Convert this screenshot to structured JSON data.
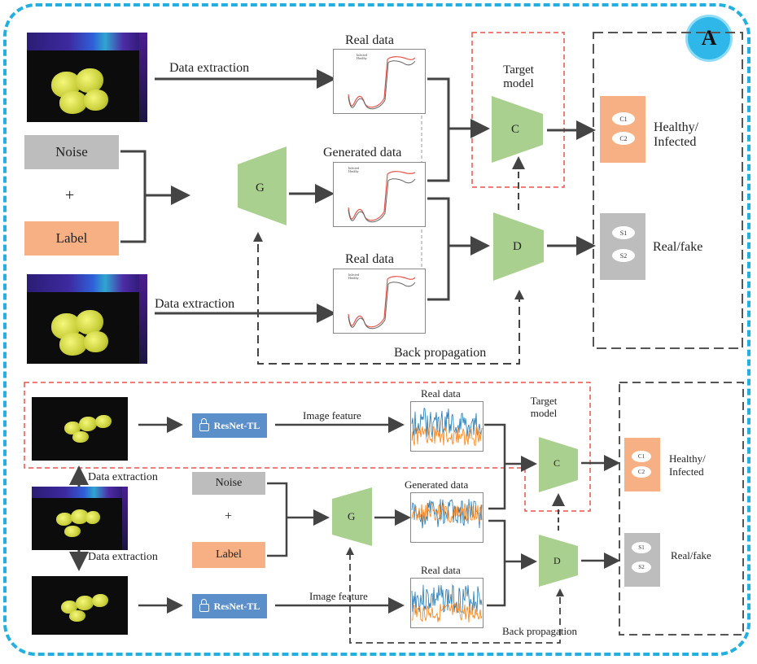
{
  "badge": "A",
  "top": {
    "data_extraction_1": "Data extraction",
    "data_extraction_2": "Data extraction",
    "real_data_1": "Real data",
    "generated_data": "Generated data",
    "real_data_2": "Real data",
    "noise": "Noise",
    "plus": "+",
    "label": "Label",
    "generator": "G",
    "classifier": "C",
    "discriminator": "D",
    "target_model": "Target model",
    "c1": "C1",
    "c2": "C2",
    "s1": "S1",
    "s2": "S2",
    "healthy_infected": "Healthy/ Infected",
    "real_fake": "Real/fake",
    "back_propagation": "Back propagation",
    "legend_infected": "Infected",
    "legend_healthy": "Healthy"
  },
  "bottom": {
    "resnet_1": "ResNet-TL",
    "resnet_2": "ResNet-TL",
    "image_feature_1": "Image feature",
    "image_feature_2": "Image feature",
    "real_data_1": "Real data",
    "generated_data": "Generated data",
    "real_data_2": "Real data",
    "data_extraction_1": "Data extraction",
    "data_extraction_2": "Data extraction",
    "noise": "Noise",
    "plus": "+",
    "label": "Label",
    "generator": "G",
    "classifier": "C",
    "discriminator": "D",
    "target_model": "Target model",
    "c1": "C1",
    "c2": "C2",
    "s1": "S1",
    "s2": "S2",
    "healthy_infected": "Healthy/ Infected",
    "real_fake": "Real/fake",
    "back_propagation": "Back propagation"
  },
  "colors": {
    "frame": "#23b0e0",
    "trapezoid": "#a9d08e",
    "orange": "#f7b083",
    "gray": "#bdbdbd",
    "resnet": "#5b8fc9",
    "red_dashed": "#e8534a",
    "blue_series": "#1f77b4",
    "orange_series": "#ff7f0e"
  }
}
